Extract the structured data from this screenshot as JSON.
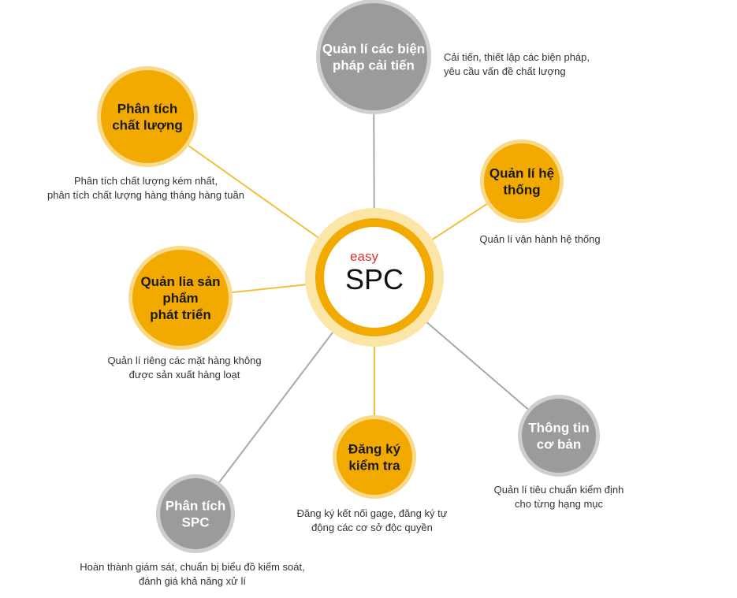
{
  "colors": {
    "gold": "#F2A900",
    "gold_light": "#F9D98A",
    "gold_pale": "#FBE6A8",
    "gray": "#9B9A9D",
    "gray_ring": "#CFCFD1",
    "line_gold": "#F2C038",
    "line_gray": "#A8A8A8",
    "easy_red": "#E0302B"
  },
  "center": {
    "easy": "easy",
    "name": "SPC"
  },
  "nodes": [
    {
      "id": "improvement",
      "style": "gray",
      "title": [
        "Quản lí các biện",
        "pháp cải tiến"
      ],
      "desc": [
        "Cải tiến, thiết lập các biện pháp,",
        "yêu cầu vấn đề chất lượng"
      ]
    },
    {
      "id": "quality-analysis",
      "style": "gold",
      "title": [
        "Phân tích",
        "chất lượng"
      ],
      "desc": [
        "Phân tích chất lượng kém nhất,",
        "phân tích chất lượng hàng tháng hàng tuần"
      ]
    },
    {
      "id": "system-management",
      "style": "gold",
      "title": [
        "Quản lí hệ",
        "thống"
      ],
      "desc": [
        "Quản lí vận hành hệ thống"
      ]
    },
    {
      "id": "product-development",
      "style": "gold",
      "title": [
        "Quản lia sản",
        "phẩm",
        "phát triển"
      ],
      "desc": [
        "Quản lí riêng các mặt hàng không",
        "được sản xuất hàng loạt"
      ]
    },
    {
      "id": "basic-info",
      "style": "gray",
      "title": [
        "Thông tin",
        "cơ bản"
      ],
      "desc": [
        "Quản lí tiêu chuẩn  kiểm định",
        "cho từng hạng mục"
      ]
    },
    {
      "id": "inspection-registration",
      "style": "gold",
      "title": [
        "Đăng ký",
        "kiểm tra"
      ],
      "desc": [
        "Đăng ký kết nối gage, đăng ký tự",
        "động các cơ sở độc quyền"
      ]
    },
    {
      "id": "spc-analysis",
      "style": "gray",
      "title": [
        "Phân tích",
        "SPC"
      ],
      "desc": [
        "Hoàn thành giám sát, chuẩn bị biểu đồ kiểm soát,",
        "đánh giá khả năng xử lí"
      ]
    }
  ]
}
